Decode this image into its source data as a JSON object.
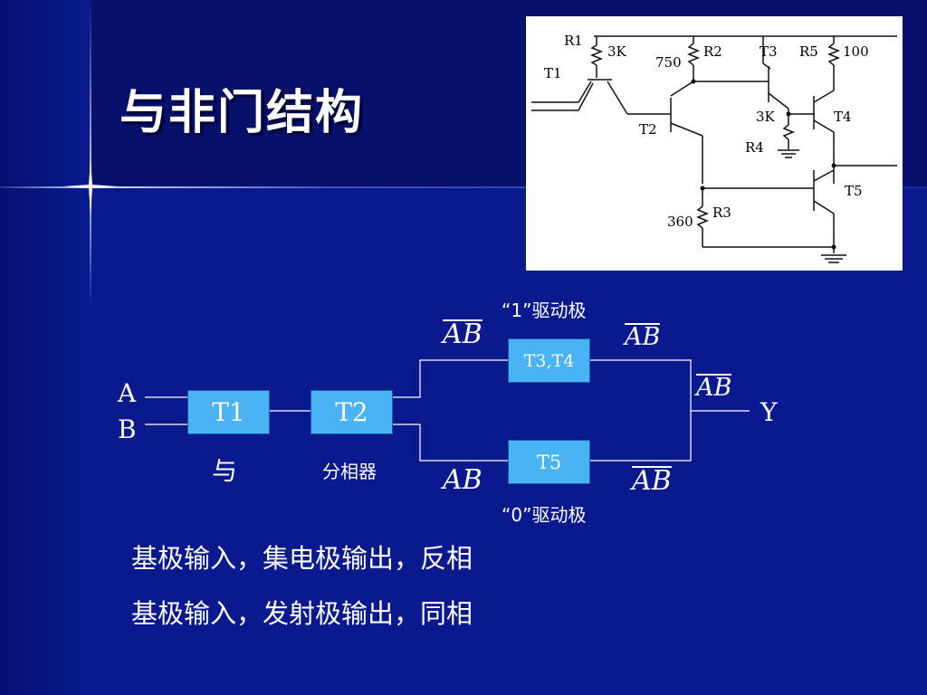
{
  "title": "与非门结构",
  "schematic_labels": {
    "r1": "R1",
    "r1_value": "3K",
    "r2": "R2",
    "r2_value": "750",
    "t1": "T1",
    "t2": "T2",
    "t3": "T3",
    "r5": "R5",
    "r5_value": "100",
    "r4_value": "3K",
    "r4": "R4",
    "t4": "T4",
    "t5": "T5",
    "r3": "R3",
    "r3_value": "360"
  },
  "block_diagram": {
    "input_a": "A",
    "input_b": "B",
    "box_t1": "T1",
    "box_t2": "T2",
    "box_t34": "T3,T4",
    "box_t5": "T5",
    "output_y": "Y",
    "label_and": "与",
    "label_phase_splitter": "分相器",
    "label_drive_1": "“1”驱动极",
    "label_drive_0": "“0”驱动极",
    "signal_top_left": "AB",
    "signal_top_right": "AB",
    "signal_bottom_left": "AB",
    "signal_bottom_right": "AB",
    "signal_output": "AB"
  },
  "notes": [
    "基极输入，集电极输出，反相",
    "基极输入，发射极输出，同相"
  ],
  "colors": {
    "background": "#0a1a8e",
    "box_fill": "#49b3f4",
    "text": "#ffffff"
  }
}
